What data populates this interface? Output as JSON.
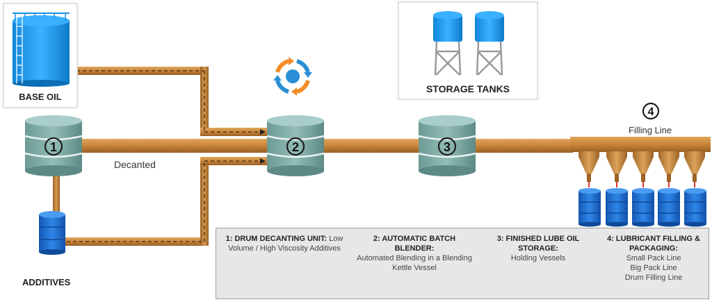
{
  "labels": {
    "base_oil": "BASE OIL",
    "additives": "ADDITIVES",
    "storage_tanks": "STORAGE TANKS",
    "decanted": "Decanted",
    "filling_line": "Filling Line"
  },
  "units": [
    {
      "number": "1"
    },
    {
      "number": "2"
    },
    {
      "number": "3"
    },
    {
      "number": "4"
    }
  ],
  "steps": [
    {
      "title": "1: DRUM DECANTING UNIT:",
      "lines": [
        "Low",
        "Volume / High Viscosity Additives"
      ]
    },
    {
      "title": "2: AUTOMATIC BATCH BLENDER:",
      "lines": [
        "Automated Blending in a Blending",
        "Kettle Vessel"
      ]
    },
    {
      "title": "3: FINISHED LUBE OIL STORAGE:",
      "lines": [
        "Holding Vessels"
      ]
    },
    {
      "title": "4: LUBRICANT FILLING &",
      "title2": "PACKAGING:",
      "lines": [
        "Small Pack Line",
        "Big Pack Line",
        "Drum Filling Line"
      ]
    }
  ],
  "colors": {
    "pipe": "#c98a3c",
    "vessel": "#7aa8a2",
    "drum": "#1f6fd1",
    "tank": "#1a9bf0",
    "cycle_orange": "#f28c28",
    "cycle_blue": "#2a8fd6"
  },
  "icons": [
    "base-oil-tank-icon",
    "additives-drum-icon",
    "water-tower-icon",
    "cycle-icon",
    "funnel-icon",
    "drum-icon"
  ]
}
